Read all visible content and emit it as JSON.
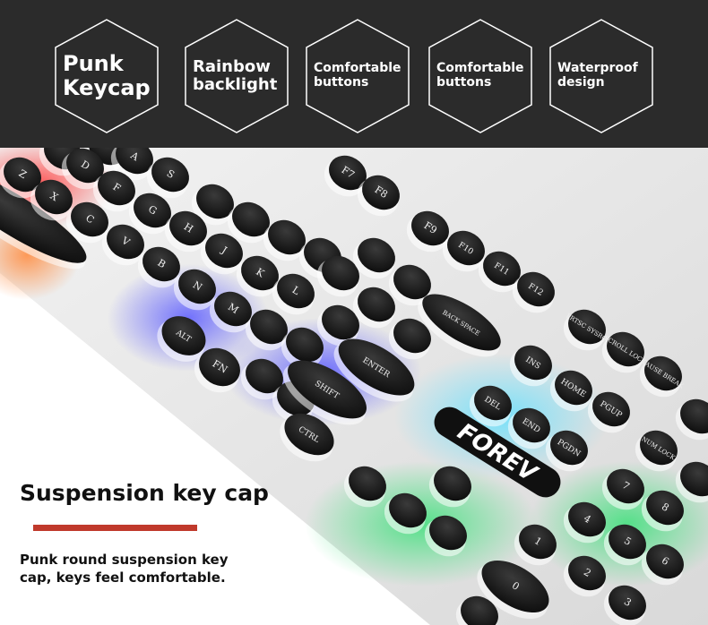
{
  "features": [
    {
      "label": "Punk Keycap"
    },
    {
      "label": "Rainbow backlight"
    },
    {
      "label": "Comfortable buttons"
    },
    {
      "label": "Comfortable buttons"
    },
    {
      "label": "Waterproof design"
    }
  ],
  "keys": [
    "A",
    "S",
    "D",
    "F",
    "G",
    "H",
    "J",
    "K",
    "L",
    "Z",
    "X",
    "C",
    "V",
    "B",
    "N",
    "M",
    "F7",
    "F8",
    "F9",
    "F10",
    "F11",
    "F12",
    "BACK SPACE",
    "ENTER",
    "SHIFT",
    "CTRL",
    "ALT",
    "FN",
    "INS",
    "HOME",
    "PGUP",
    "DEL",
    "END",
    "PGDN",
    "PRTSC SYSRQ",
    "SCROLL LOCK",
    "PAUSE BREAK",
    "NUM LOCK",
    "0",
    "1",
    "2",
    "3",
    "4",
    "5",
    "6",
    "7",
    "8"
  ],
  "brand": "FOREV",
  "caption": {
    "title": "Suspension key cap",
    "text": "Punk round suspension key cap, keys feel comfortable."
  },
  "colors": {
    "banner": "#2b2b2b",
    "accent": "#c0392b",
    "keycap": "#151515",
    "plate": "#ebebeb"
  }
}
